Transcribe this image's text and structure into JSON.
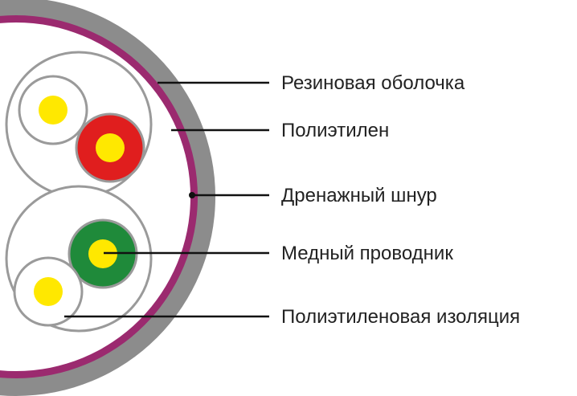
{
  "labels": {
    "rubber_sheath": "Резиновая оболочка",
    "polyethylene": "Полиэтилен",
    "drain_wire": "Дренажный шнур",
    "copper_conductor": "Медный проводник",
    "polyethylene_insulation": "Полиэтиленовая изоляция"
  },
  "colors": {
    "sheath": "#8c8c8c",
    "polyethylene_layer": "#9b2a6f",
    "pair_outline": "#9a9a9a",
    "insulation_red": "#e01e1e",
    "insulation_green": "#1f8a3a",
    "conductor": "#ffe800",
    "leader_line": "#111111"
  }
}
